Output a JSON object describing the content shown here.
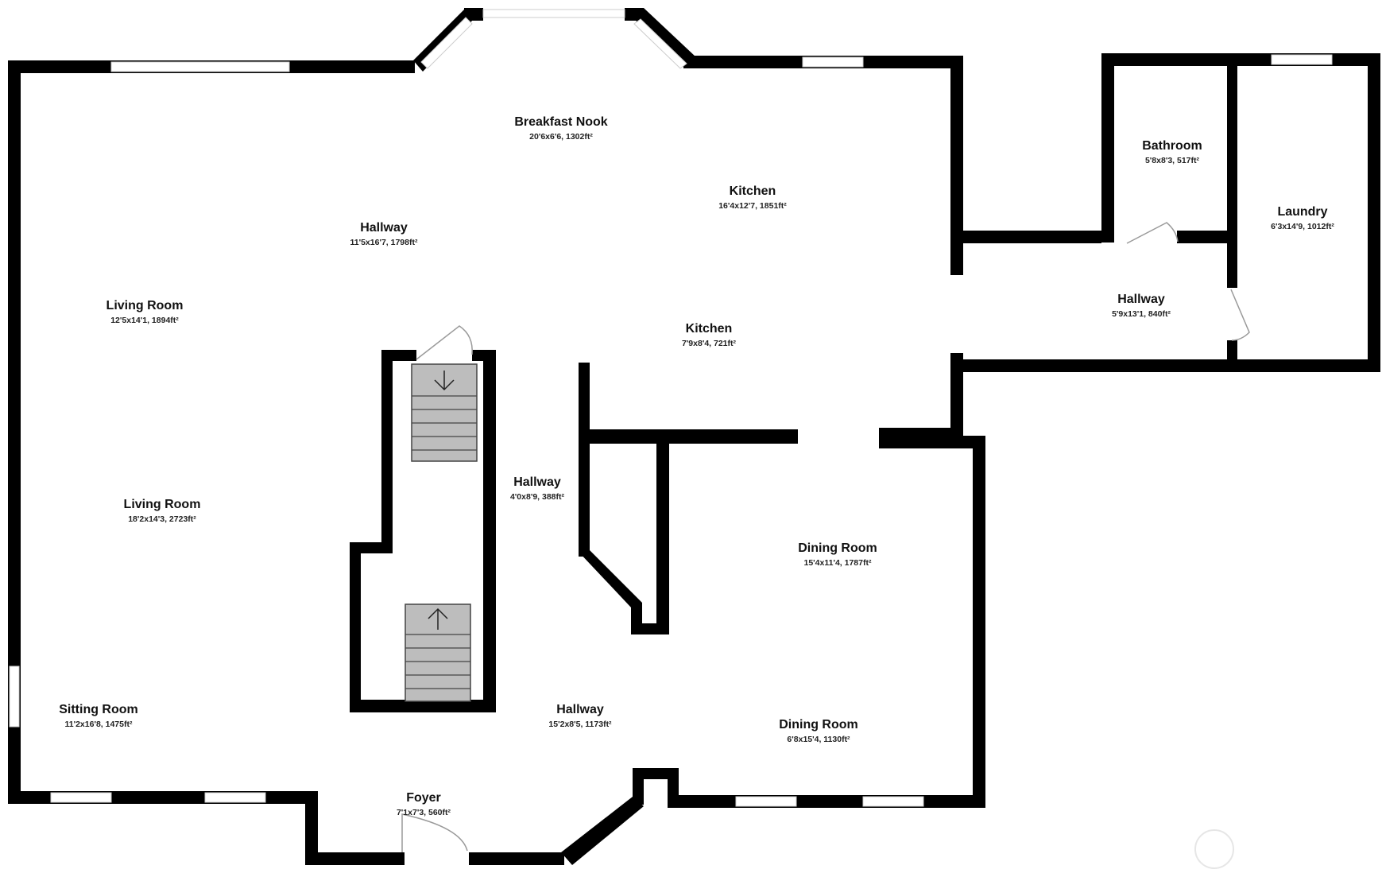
{
  "colors": {
    "wall": "#000000",
    "window": "#ffffff",
    "stair_fill": "#bdbdbd",
    "door_swing": "#9a9a9a",
    "background": "#ffffff"
  },
  "rooms": {
    "breakfast_nook": {
      "name": "Breakfast Nook",
      "dims": "20'6x6'6, 1302ft²"
    },
    "kitchen_upper": {
      "name": "Kitchen",
      "dims": "16'4x12'7, 1851ft²"
    },
    "bathroom": {
      "name": "Bathroom",
      "dims": "5'8x8'3, 517ft²"
    },
    "laundry": {
      "name": "Laundry",
      "dims": "6'3x14'9, 1012ft²"
    },
    "hallway_upper": {
      "name": "Hallway",
      "dims": "11'5x16'7, 1798ft²"
    },
    "living_room_upper": {
      "name": "Living Room",
      "dims": "12'5x14'1, 1894ft²"
    },
    "hallway_right": {
      "name": "Hallway",
      "dims": "5'9x13'1, 840ft²"
    },
    "kitchen_lower": {
      "name": "Kitchen",
      "dims": "7'9x8'4, 721ft²"
    },
    "hallway_stairs": {
      "name": "Hallway",
      "dims": "4'0x8'9, 388ft²"
    },
    "living_room_lower": {
      "name": "Living Room",
      "dims": "18'2x14'3, 2723ft²"
    },
    "dining_room_upper": {
      "name": "Dining Room",
      "dims": "15'4x11'4, 1787ft²"
    },
    "sitting_room": {
      "name": "Sitting Room",
      "dims": "11'2x16'8, 1475ft²"
    },
    "hallway_lower": {
      "name": "Hallway",
      "dims": "15'2x8'5, 1173ft²"
    },
    "dining_room_lower": {
      "name": "Dining Room",
      "dims": "6'8x15'4, 1130ft²"
    },
    "foyer": {
      "name": "Foyer",
      "dims": "7'1x7'3, 560ft²"
    }
  },
  "icons": {
    "stairs_down": "arrow-down-icon",
    "stairs_up": "arrow-up-icon",
    "watermark": "watermark-logo-icon"
  }
}
